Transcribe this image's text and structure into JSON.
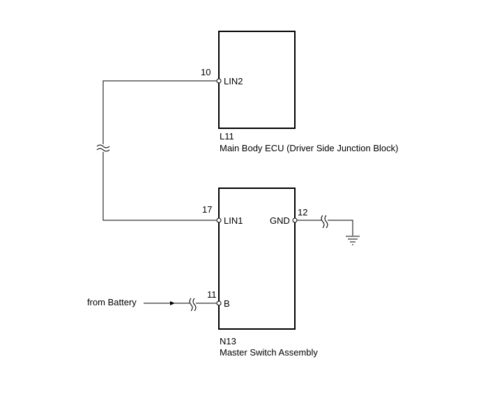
{
  "diagram": {
    "ecu": {
      "code": "L11",
      "name": "Main Body ECU (Driver Side Junction Block)",
      "pin": {
        "number": "10",
        "name": "LIN2"
      }
    },
    "switch": {
      "code": "N13",
      "name": "Master Switch Assembly",
      "pins": [
        {
          "number": "17",
          "name": "LIN1"
        },
        {
          "number": "12",
          "name": "GND"
        },
        {
          "number": "11",
          "name": "B"
        }
      ]
    },
    "source_label": "from Battery"
  }
}
